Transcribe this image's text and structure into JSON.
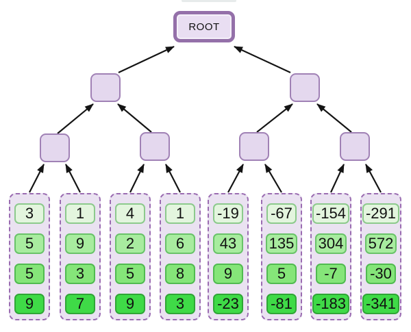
{
  "nodes": {
    "root": {
      "label": "ROOT"
    },
    "level2": [
      {
        "label": ""
      },
      {
        "label": ""
      }
    ],
    "level3": [
      {
        "label": ""
      },
      {
        "label": ""
      },
      {
        "label": ""
      },
      {
        "label": ""
      }
    ]
  },
  "leaf_columns": [
    {
      "values": [
        "3",
        "5",
        "5",
        "9"
      ]
    },
    {
      "values": [
        "1",
        "9",
        "3",
        "7"
      ]
    },
    {
      "values": [
        "4",
        "2",
        "5",
        "9"
      ]
    },
    {
      "values": [
        "1",
        "6",
        "8",
        "3"
      ]
    },
    {
      "values": [
        "-19",
        "43",
        "9",
        "-23"
      ]
    },
    {
      "values": [
        "-67",
        "135",
        "5",
        "-81"
      ]
    },
    {
      "values": [
        "-154",
        "304",
        "-7",
        "-183"
      ]
    },
    {
      "values": [
        "-291",
        "572",
        "-30",
        "-341"
      ]
    }
  ],
  "colors": {
    "node_fill": "#e4d8ee",
    "node_border": "#a081b5",
    "root_fill": "#e9def2",
    "root_border": "#9470a9",
    "leaf_container_fill": "#eae2f1",
    "leaf_container_border": "#9a6cb1",
    "arrow": "#141414",
    "cell_shades": [
      {
        "fill": "#e3f5de",
        "border": "#8cca8c"
      },
      {
        "fill": "#a8ec9f",
        "border": "#69c369"
      },
      {
        "fill": "#85e579",
        "border": "#50bb50"
      },
      {
        "fill": "#3fda47",
        "border": "#2fa636"
      }
    ]
  }
}
